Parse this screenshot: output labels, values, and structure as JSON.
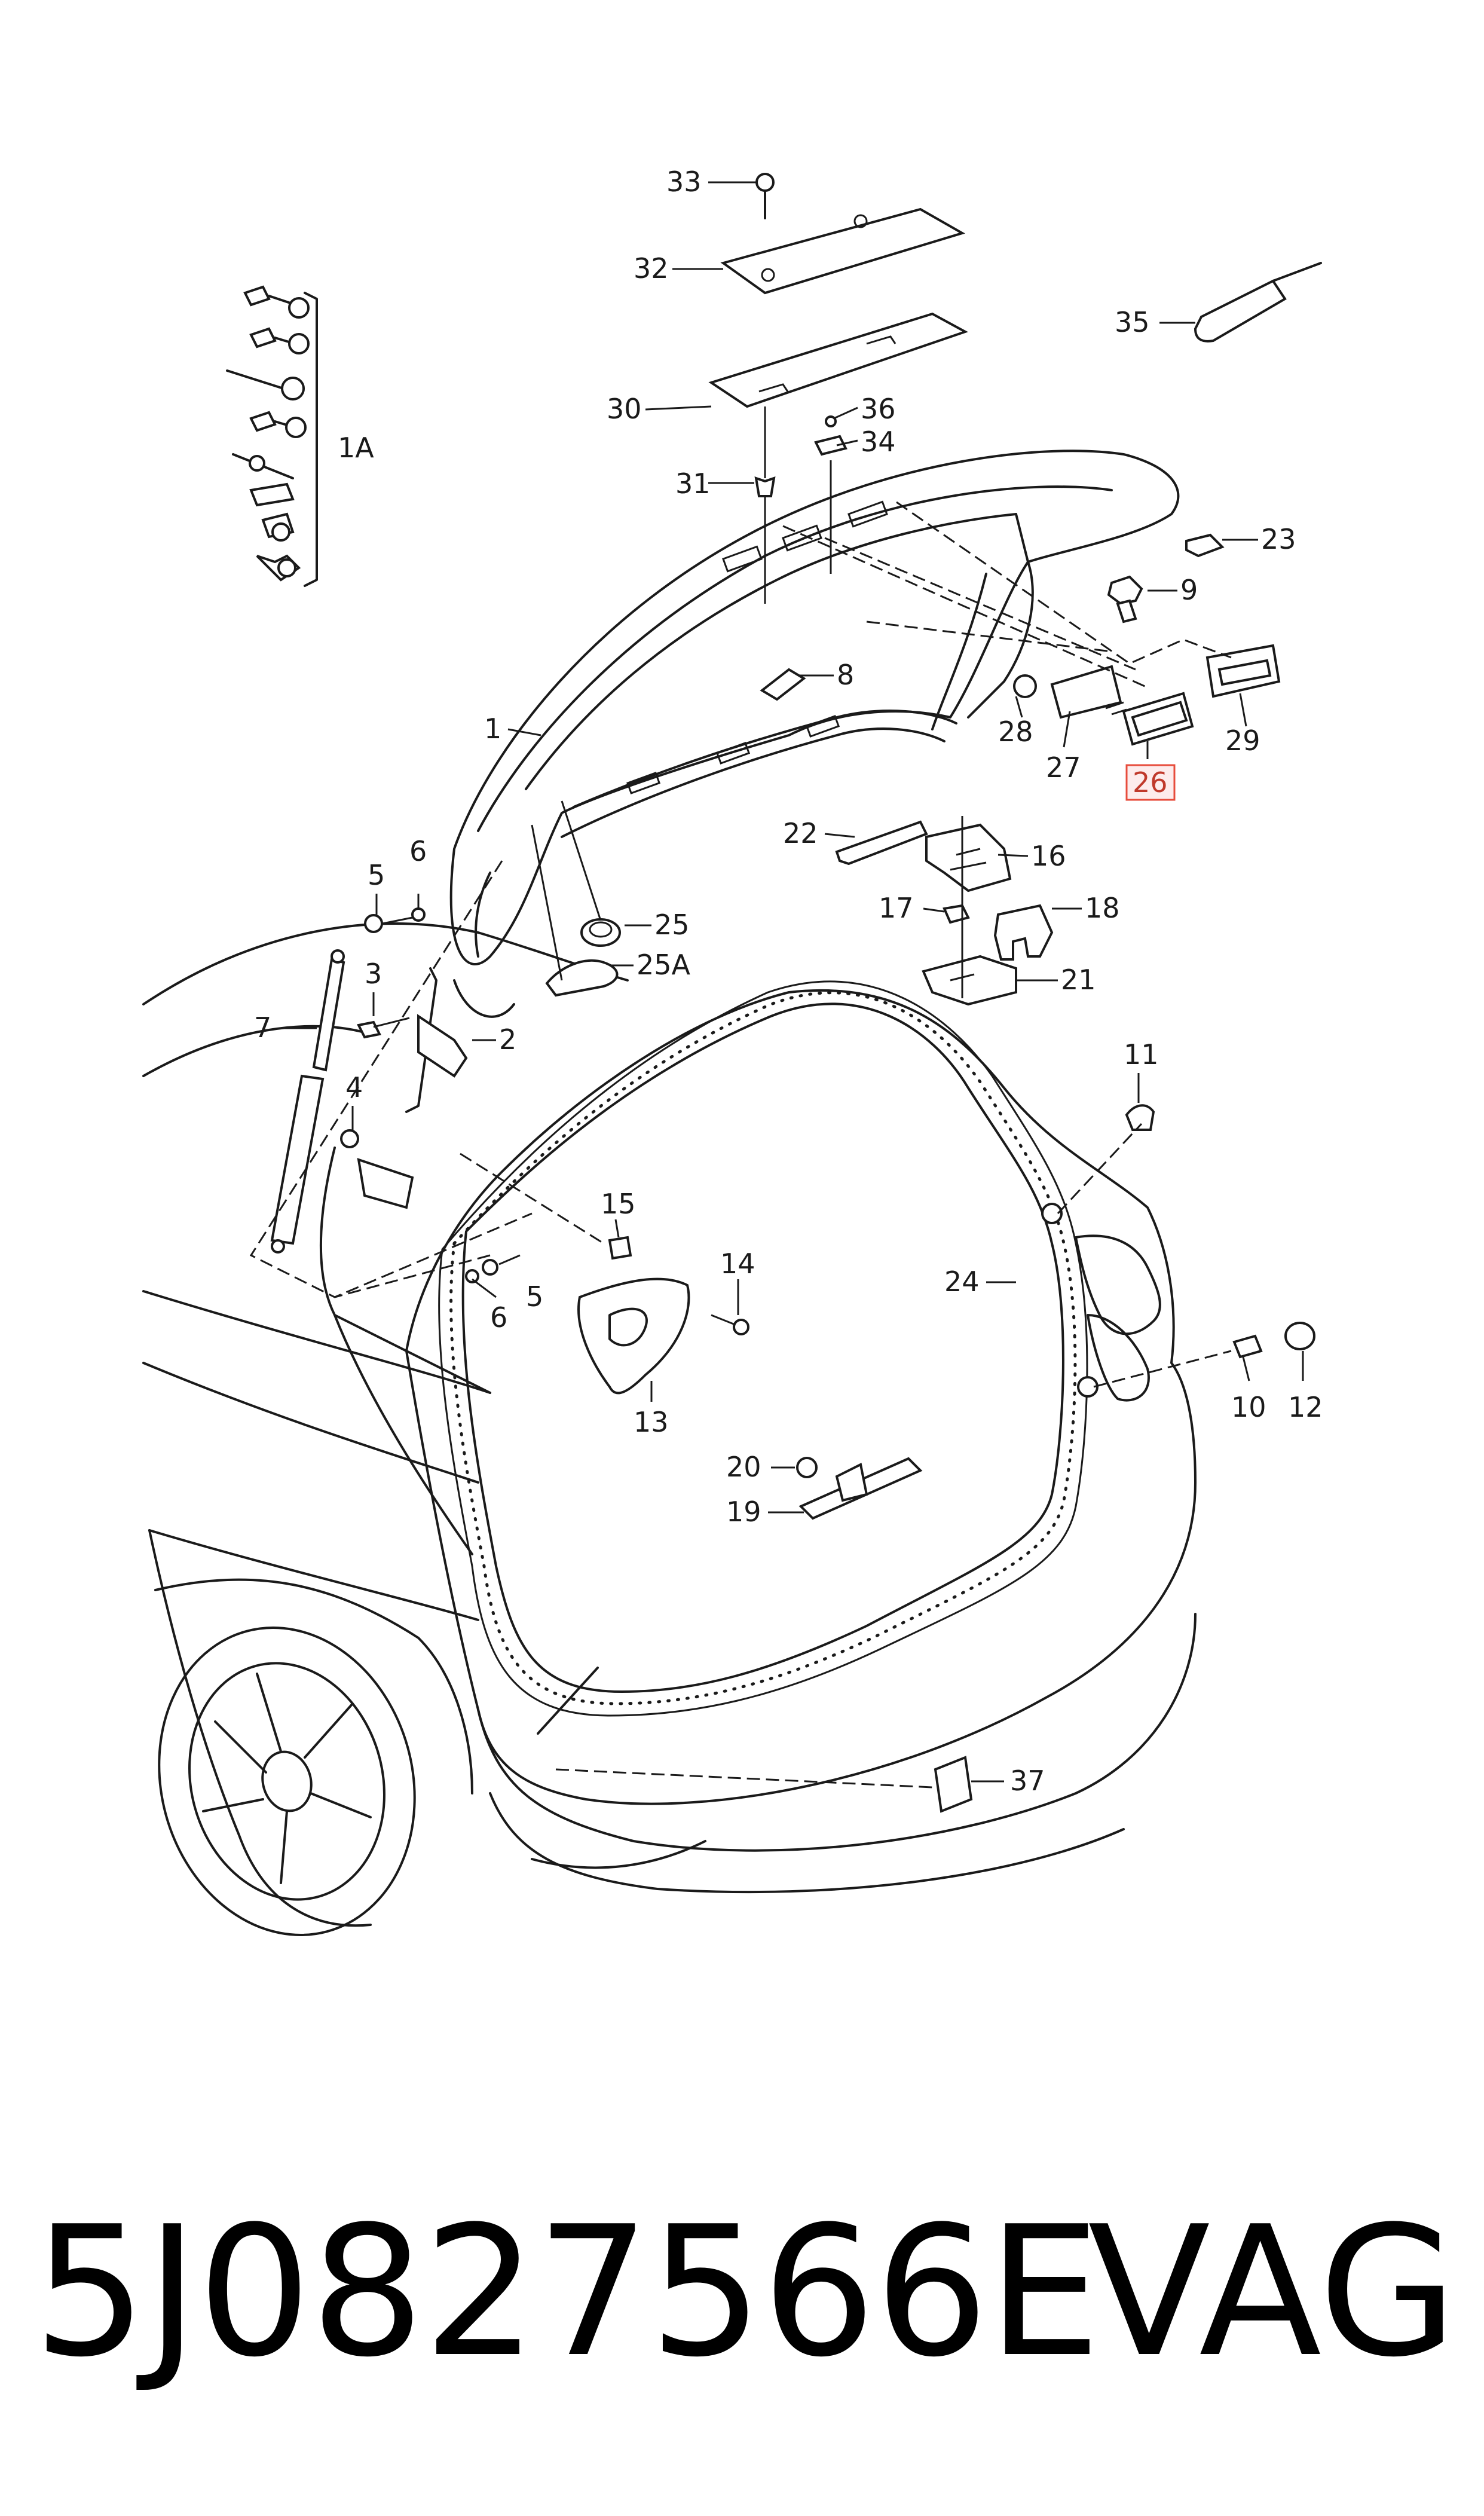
{
  "callouts": {
    "c1": "1",
    "c1A": "1A",
    "c2": "2",
    "c3": "3",
    "c4": "4",
    "c5a": "5",
    "c5b": "5",
    "c6a": "6",
    "c6b": "6",
    "c7": "7",
    "c8": "8",
    "c9": "9",
    "c10": "10",
    "c11": "11",
    "c12": "12",
    "c13": "13",
    "c14": "14",
    "c15": "15",
    "c16": "16",
    "c17": "17",
    "c18": "18",
    "c19": "19",
    "c20": "20",
    "c21": "21",
    "c22": "22",
    "c23": "23",
    "c24": "24",
    "c25": "25",
    "c25A": "25A",
    "c26": "26",
    "c27": "27",
    "c28": "28",
    "c29": "29",
    "c30": "30",
    "c31": "31",
    "c32": "32",
    "c33": "33",
    "c34": "34",
    "c35": "35",
    "c36": "36",
    "c37": "37"
  },
  "highlight_color": "#e74c3c",
  "part_number": "5J0827566E",
  "brand": "VAG"
}
